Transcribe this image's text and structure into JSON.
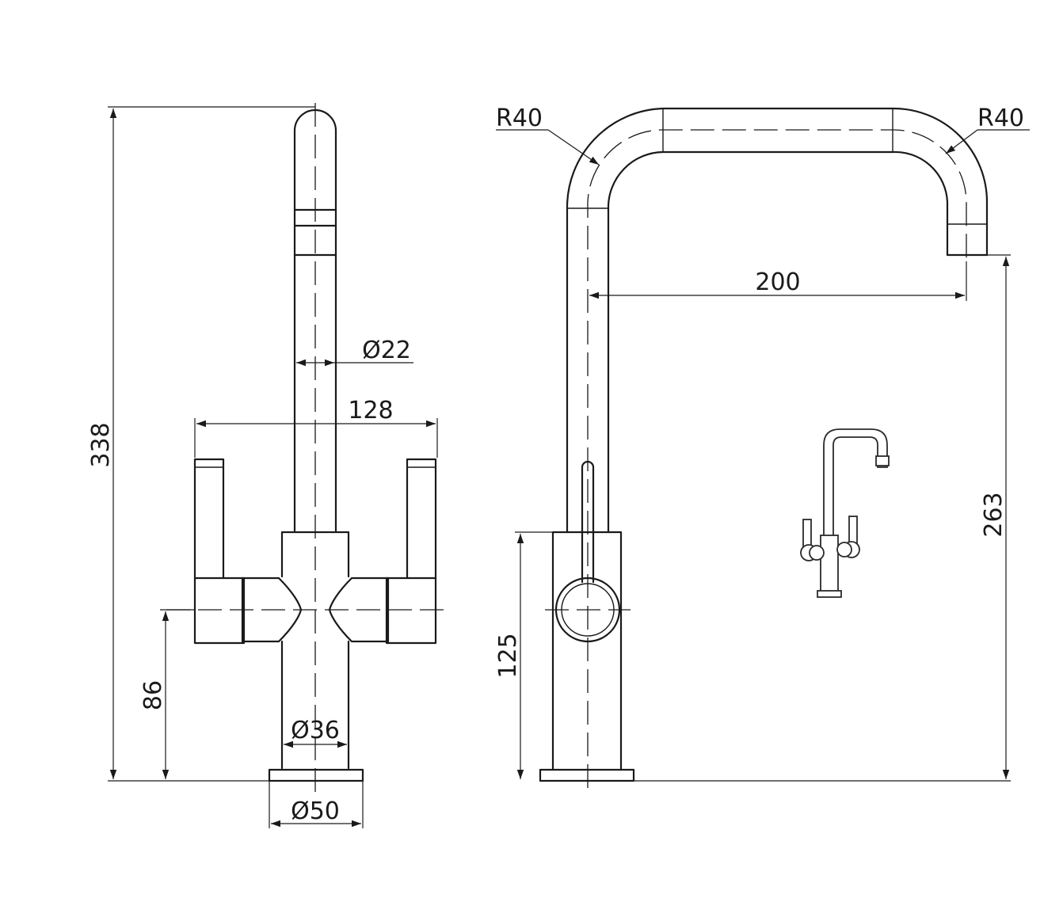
{
  "drawing": {
    "stroke_color": "#1a1a1a",
    "background": "#ffffff"
  },
  "dimensions": {
    "total_height": "338",
    "spout_diameter": "Ø22",
    "handle_span": "128",
    "handle_height": "86",
    "body_diameter": "Ø36",
    "base_diameter": "Ø50",
    "bend_radius_left": "R40",
    "bend_radius_right": "R40",
    "spout_reach": "200",
    "body_height": "125",
    "outlet_height": "263"
  }
}
